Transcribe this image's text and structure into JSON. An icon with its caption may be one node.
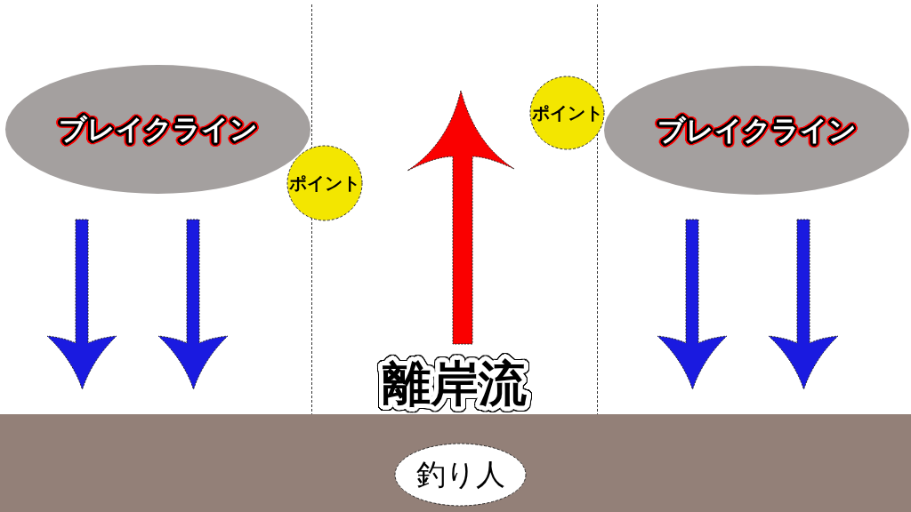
{
  "diagram": {
    "nodes": [
      {
        "text": [
          "ブレイクライン"
        ]
      },
      {
        "text": [
          "ポイント"
        ]
      },
      {
        "text": [
          "ポイント"
        ]
      },
      {
        "text": [
          "ブレイクライン"
        ]
      },
      {
        "text": [],
        "shape": "box"
      },
      {
        "text": [
          "釣り人"
        ],
        "in": 4
      }
    ],
    "labels": [
      "離岸流"
    ]
  }
}
